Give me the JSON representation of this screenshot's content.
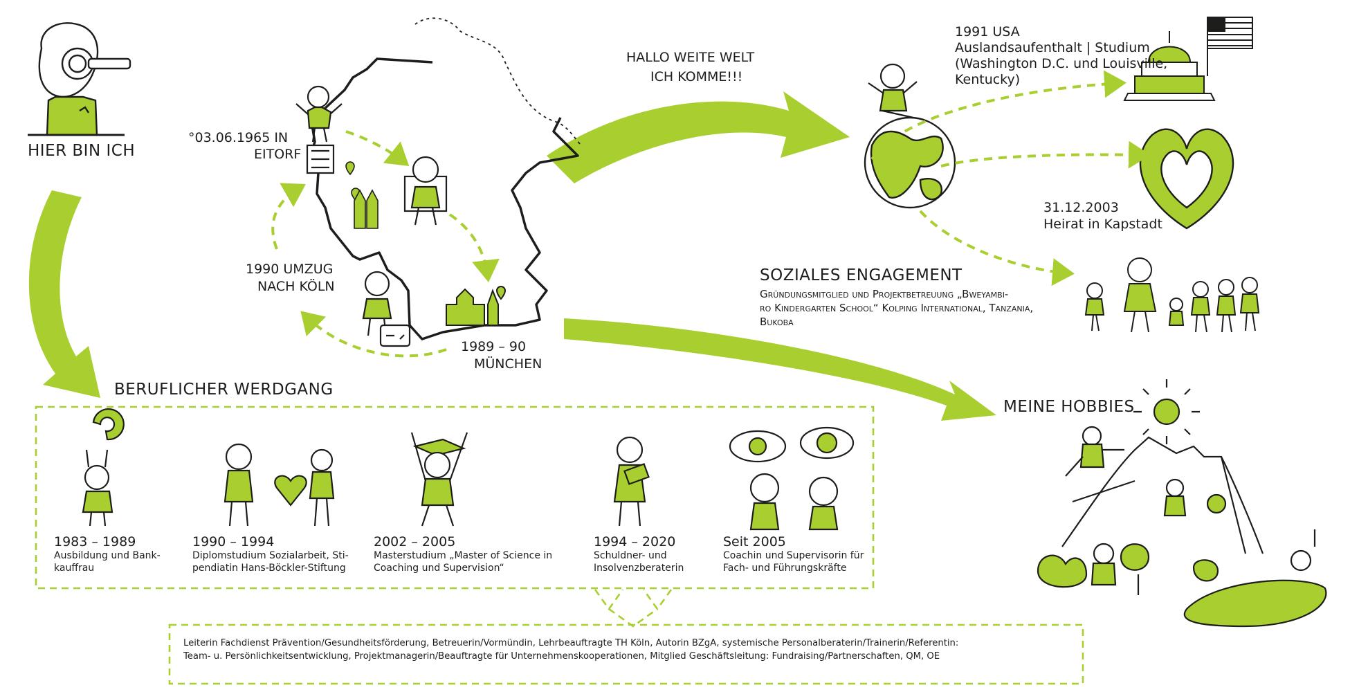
{
  "colors": {
    "accent": "#a8cf2f",
    "ink": "#1d1d1b",
    "skin": "#ffffff"
  },
  "intro": {
    "title": "HIER BIN ICH"
  },
  "germany": {
    "birth_date": "°03.06.1965 IN",
    "birth_place": "EITORF",
    "move_cologne_1": "1990 UMZUG",
    "move_cologne_2": "NACH KÖLN",
    "munich_years": "1989 – 90",
    "munich_city": "MÜNCHEN"
  },
  "world": {
    "line1": "HALLO WEITE WELT",
    "line2": "ICH KOMME!!!"
  },
  "usa": {
    "line1": "1991 USA",
    "line2": "Auslandsaufenthalt | Studium",
    "line3": "(Washington D.C. und Louisville,",
    "line4": "Kentucky)"
  },
  "wedding": {
    "date": "31.12.2003",
    "place": "Heirat in Kapstadt"
  },
  "social": {
    "title": "SOZIALES ENGAGEMENT",
    "line1": "Gründungsmitglied und Projektbetreuung „Bweyambi-",
    "line2": "ro Kindergarten School“ Kolping International, Tanzania,",
    "line3": "Bukoba"
  },
  "career": {
    "title": "BERUFLICHER WERDGANG",
    "items": [
      {
        "year": "1983 – 1989",
        "line1": "Ausbildung und Bank-",
        "line2": "kauffrau"
      },
      {
        "year": "1990 – 1994",
        "line1": "Diplomstudium Sozialarbeit, Sti-",
        "line2": "pendiatin Hans-Böckler-Stiftung"
      },
      {
        "year": "2002 – 2005",
        "line1": "Masterstudium „Master of Science in",
        "line2": "Coaching und Supervision“"
      },
      {
        "year": "1994 – 2020",
        "line1": "Schuldner- und",
        "line2": "Insolvenzberaterin"
      },
      {
        "year": "Seit 2005",
        "line1": "Coachin und Supervisorin für",
        "line2": "Fach- und Führungskräfte"
      }
    ],
    "summary_line1": "Leiterin Fachdienst Prävention/Gesundheitsförderung, Betreuerin/Vormündin, Lehrbeauftragte TH Köln, Autorin BZgA, systemische Personalberaterin/Trainerin/Referentin:",
    "summary_line2": "Team- u. Persönlichkeitsentwicklung, Projektmanagerin/Beauftragte für Unternehmenskooperationen, Mitglied Geschäftsleitung: Fundraising/Partnerschaften, QM, OE"
  },
  "hobbies": {
    "title": "MEINE HOBBIES"
  }
}
